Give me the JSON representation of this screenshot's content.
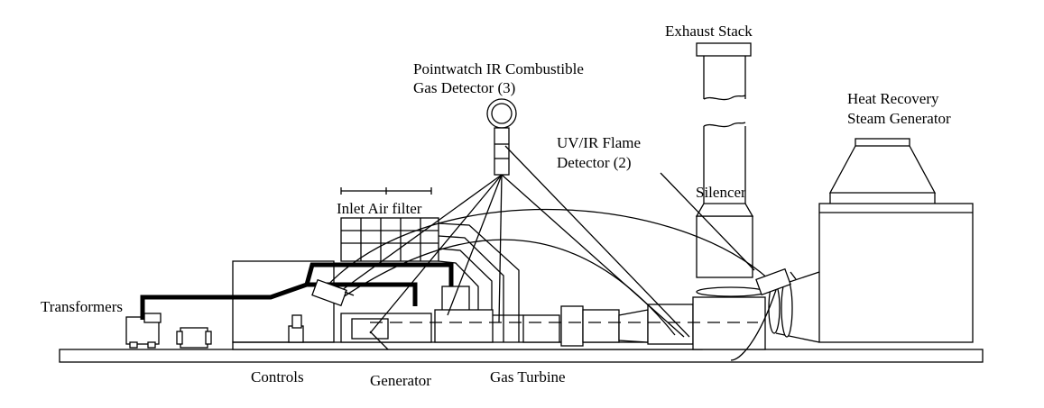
{
  "labels": {
    "exhaust_stack": "Exhaust Stack",
    "gas_detector_line1": "Pointwatch  IR Combustible",
    "gas_detector_line2": "Gas Detector (3)",
    "heat_recovery_line1": "Heat Recovery",
    "heat_recovery_line2": "Steam Generator",
    "flame_detector_line1": "UV/IR Flame",
    "flame_detector_line2": "Detector (2)",
    "silencer": "Silencer",
    "inlet_air_filter": "Inlet Air filter",
    "transformers": "Transformers",
    "controls": "Controls",
    "generator": "Generator",
    "gas_turbine": "Gas Turbine"
  }
}
